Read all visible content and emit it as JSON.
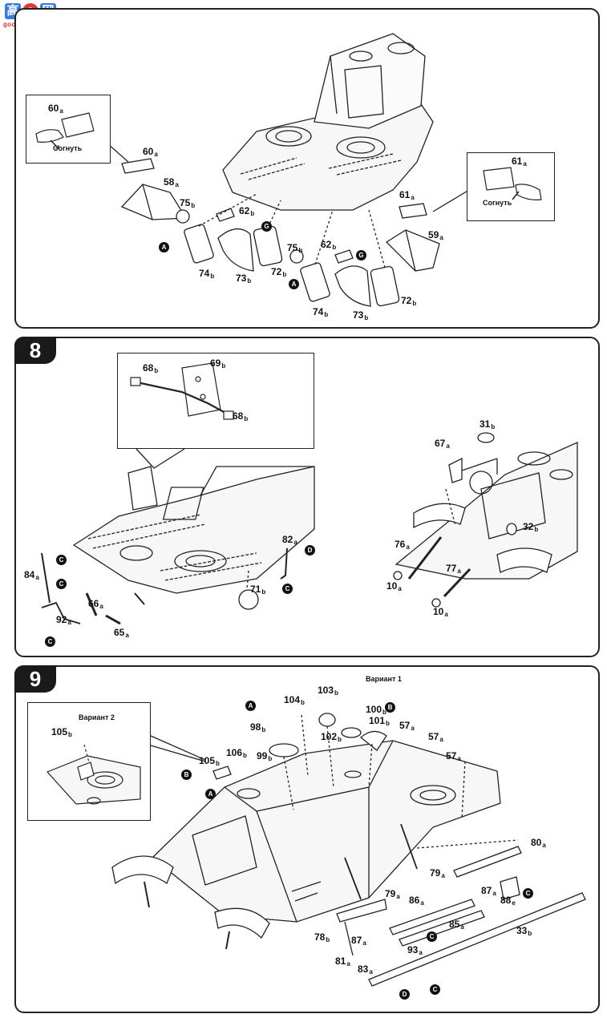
{
  "logo": {
    "g1": "高",
    "g2": "☺",
    "g3": "网",
    "url": "goo-shan.com"
  },
  "notes": {
    "bend": "Согнуть",
    "variant1": "Вариант 1",
    "variant2": "Вариант 2"
  },
  "steps": {
    "s8": "8",
    "s9": "9"
  },
  "pins": {
    "A": "A",
    "B": "B",
    "C": "C",
    "D": "D",
    "G": "G"
  },
  "parts": {
    "p60": {
      "n": "60",
      "s": "a"
    },
    "p58": {
      "n": "58",
      "s": "a"
    },
    "p59": {
      "n": "59",
      "s": "a"
    },
    "p61": {
      "n": "61",
      "s": "a"
    },
    "p62": {
      "n": "62",
      "s": "b"
    },
    "p72": {
      "n": "72",
      "s": "b"
    },
    "p73": {
      "n": "73",
      "s": "b"
    },
    "p74": {
      "n": "74",
      "s": "b"
    },
    "p75": {
      "n": "75",
      "s": "b"
    },
    "p68": {
      "n": "68",
      "s": "b"
    },
    "p69": {
      "n": "69",
      "s": "b"
    },
    "p84": {
      "n": "84",
      "s": "a"
    },
    "p66": {
      "n": "66",
      "s": "a"
    },
    "p65": {
      "n": "65",
      "s": "a"
    },
    "p92": {
      "n": "92",
      "s": "a"
    },
    "p71": {
      "n": "71",
      "s": "b"
    },
    "p82": {
      "n": "82",
      "s": "a"
    },
    "p31": {
      "n": "31",
      "s": "b"
    },
    "p67": {
      "n": "67",
      "s": "a"
    },
    "p32": {
      "n": "32",
      "s": "b"
    },
    "p76": {
      "n": "76",
      "s": "a"
    },
    "p77": {
      "n": "77",
      "s": "a"
    },
    "p10": {
      "n": "10",
      "s": "a"
    },
    "p103": {
      "n": "103",
      "s": "b"
    },
    "p104": {
      "n": "104",
      "s": "b"
    },
    "p100": {
      "n": "100",
      "s": "b"
    },
    "p101": {
      "n": "101",
      "s": "b"
    },
    "p98": {
      "n": "98",
      "s": "b"
    },
    "p102": {
      "n": "102",
      "s": "b"
    },
    "p57": {
      "n": "57",
      "s": "a"
    },
    "p99": {
      "n": "99",
      "s": "b"
    },
    "p106": {
      "n": "106",
      "s": "b"
    },
    "p105": {
      "n": "105",
      "s": "b"
    },
    "p80": {
      "n": "80",
      "s": "a"
    },
    "p87": {
      "n": "87",
      "s": "a"
    },
    "p79": {
      "n": "79",
      "s": "a"
    },
    "p86": {
      "n": "86",
      "s": "a"
    },
    "p88": {
      "n": "88",
      "s": "e"
    },
    "p85": {
      "n": "85",
      "s": "a"
    },
    "p33": {
      "n": "33",
      "s": "b"
    },
    "p78": {
      "n": "78",
      "s": "b"
    },
    "p93": {
      "n": "93",
      "s": "a"
    },
    "p81": {
      "n": "81",
      "s": "a"
    },
    "p83": {
      "n": "83",
      "s": "a"
    }
  }
}
